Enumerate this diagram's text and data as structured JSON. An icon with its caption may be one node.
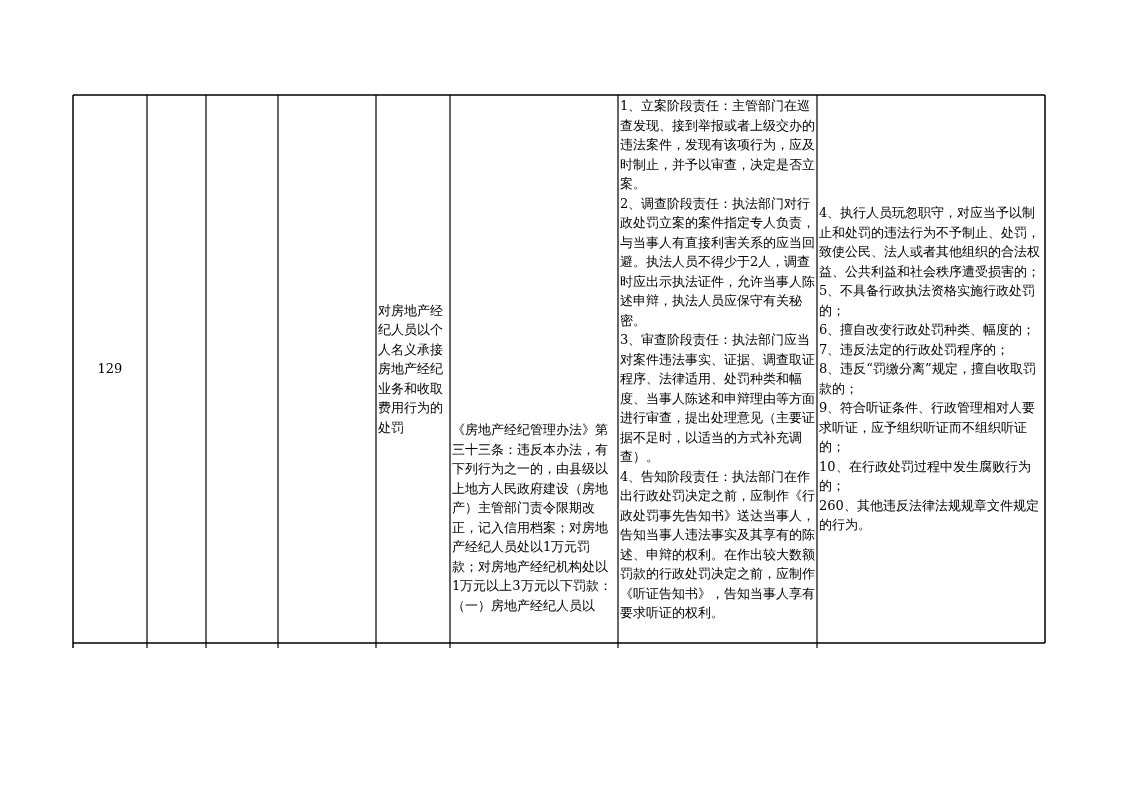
{
  "diagram": {
    "labels": [
      "129",
      "对房地产经纪人员以个人名义承接房地产经纪业务和收取费用行为的处罚",
      "《房地产经纪管理办法》第三十三条：违反本办法，有下列行为之一的，由县级以上地方人民政府建设（房地产）主管部门责令限期改正，记入信用档案；对房地产经纪人员处以1万元罚款；对房地产经纪机构处以1万元以上3万元以下罚款：（一）房地产经纪人员以",
      "1、立案阶段责任：主管部门在巡查发现、接到举报或者上级交办的违法案件，发现有该项行为，应及时制止，并予以审查，决定是否立案。",
      "2、调查阶段责任：执法部门对行政处罚立案的案件指定专人负责，与当事人有直接利害关系的应当回避。执法人员不得少于2人，调查时应出示执法证件，允许当事人陈述申辩，执法人员应保守有关秘密。",
      "3、审查阶段责任：执法部门应当对案件违法事实、证据、调查取证程序、法律适用、处罚种类和幅度、当事人陈述和申辩理由等方面进行审查，提出处理意见（主要证据不足时，以适当的方式补充调查）。",
      "4、告知阶段责任：执法部门在作出行政处罚决定之前，应制作《行政处罚事先告知书》送达当事人，告知当事人违法事实及其享有的陈述、申辩的权利。在作出较大数额罚款的行政处罚决定之前，应制作《听证告知书》，告知当事人享有要求听证的权利。",
      "4、执行人员玩忽职守，对应当予以制止和处罚的违法行为不予制止、处罚，致使公民、法人或者其他组织的合法权益、公共利益和社会秩序遭受损害的；",
      "5、不具备行政执法资格实施行政处罚的；",
      "6、擅自改变行政处罚种类、幅度的；",
      "7、违反法定的行政处罚程序的；",
      "8、违反“罚缴分离”规定，擅自收取罚款的；",
      "9、符合听证条件、行政管理相对人要求听证，应予组织听证而不组织听证的；",
      "10、在行政处罚过程中发生腐败行为的；",
      "260、其他违反法律法规规章文件规定的行为。"
    ]
  }
}
